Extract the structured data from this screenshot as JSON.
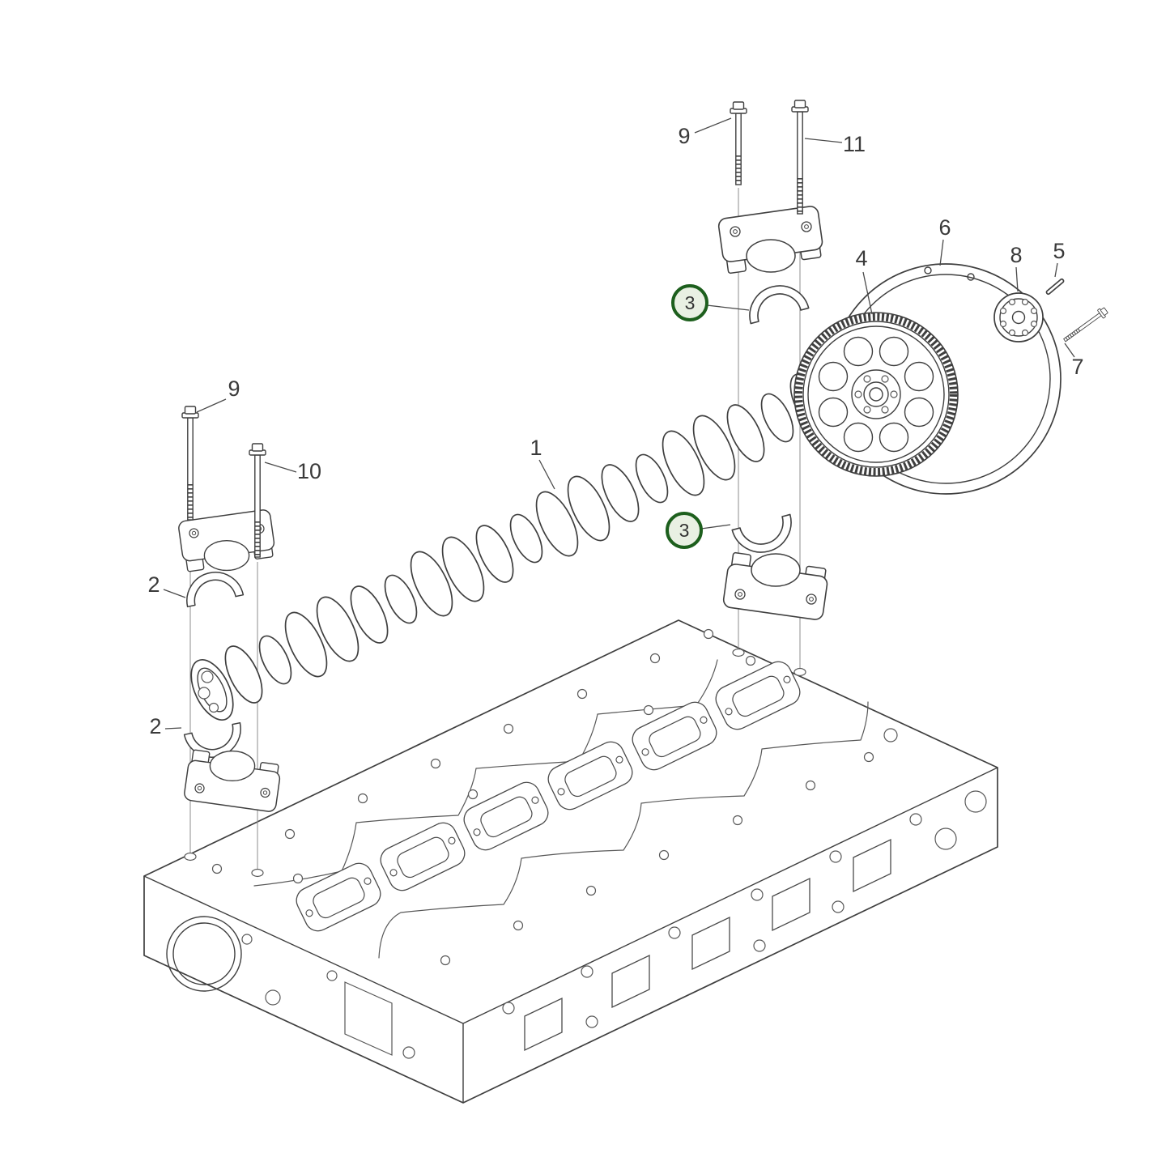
{
  "page": {
    "background": "#ffffff"
  },
  "diagram": {
    "colors": {
      "line": "#3f3f3f",
      "label": "#3a3a3a",
      "highlight_ring": "#1d5f1d",
      "highlight_fill": "#e9f0e3"
    },
    "callouts": [
      {
        "label": "9",
        "highlighted": false
      },
      {
        "label": "11",
        "highlighted": false
      },
      {
        "label": "6",
        "highlighted": false
      },
      {
        "label": "4",
        "highlighted": false
      },
      {
        "label": "8",
        "highlighted": false
      },
      {
        "label": "5",
        "highlighted": false
      },
      {
        "label": "7",
        "highlighted": false
      },
      {
        "label": "3",
        "highlighted": true
      },
      {
        "label": "1",
        "highlighted": false
      },
      {
        "label": "3",
        "highlighted": true
      },
      {
        "label": "9",
        "highlighted": false
      },
      {
        "label": "10",
        "highlighted": false
      },
      {
        "label": "2",
        "highlighted": false
      },
      {
        "label": "2",
        "highlighted": false
      }
    ]
  }
}
